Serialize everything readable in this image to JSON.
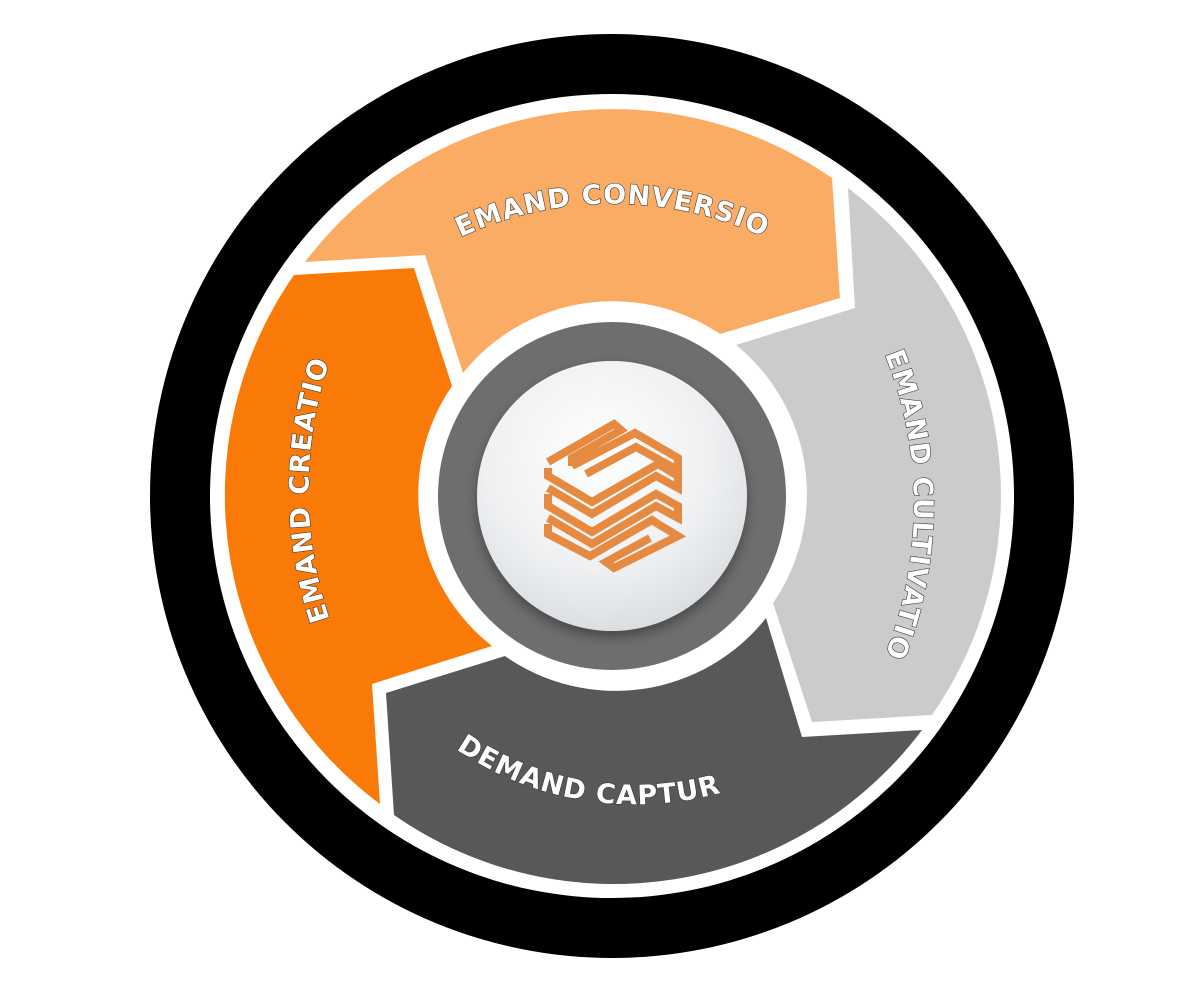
{
  "diagram": {
    "segments": [
      {
        "id": "creation",
        "label": "DEMAND CREATION",
        "color": "#F97A06"
      },
      {
        "id": "conversion",
        "label": "DEMAND CONVERSION",
        "color": "#FBAC64"
      },
      {
        "id": "cultivation",
        "label": "DEMAND CULTIVATION",
        "color": "#CBCBCB"
      },
      {
        "id": "capture",
        "label": "DEMAND CAPTURE",
        "color": "#585858"
      }
    ],
    "colors": {
      "outer_ring": "#000000",
      "hub_ring": "#6E6E6E",
      "hub_face": "#F2F3F5",
      "logo": "#E58A40",
      "gap": "#FFFFFF"
    },
    "center_logo_icon": "stacked-chevron-logo-icon"
  }
}
